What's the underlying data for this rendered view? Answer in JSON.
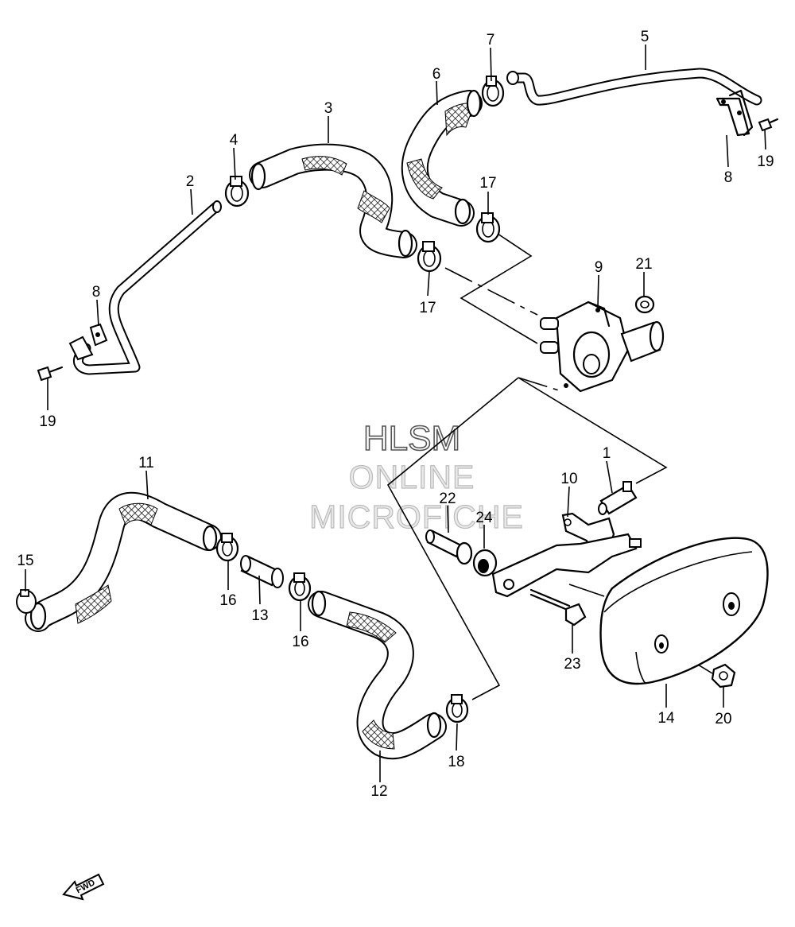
{
  "callouts": {
    "c1": "1",
    "c2": "2",
    "c3": "3",
    "c4": "4",
    "c5": "5",
    "c6": "6",
    "c7": "7",
    "c8a": "8",
    "c8b": "8",
    "c9": "9",
    "c10": "10",
    "c11": "11",
    "c12": "12",
    "c13": "13",
    "c14": "14",
    "c15": "15",
    "c16a": "16",
    "c16b": "16",
    "c17a": "17",
    "c17b": "17",
    "c18": "18",
    "c19a": "19",
    "c19b": "19",
    "c20": "20",
    "c21": "21",
    "c22": "22",
    "c23": "23",
    "c24": "24"
  },
  "watermark": {
    "line1": "HLSM",
    "line2": "ONLINE",
    "line3": "MICROFICHE"
  },
  "fwd_label": "FWD"
}
